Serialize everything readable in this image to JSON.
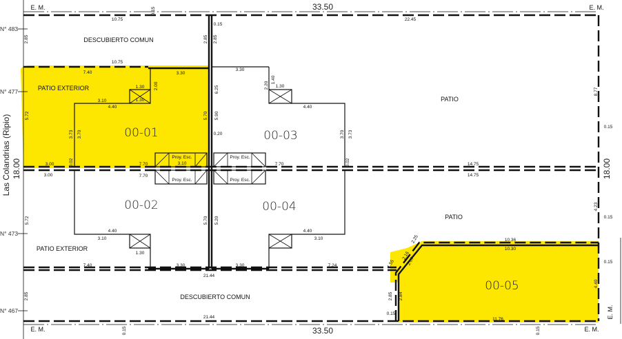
{
  "plan": {
    "street": "Las Colandrias (Ripio)",
    "frontage": "18.00",
    "depth": "33.50",
    "em": "E. M."
  },
  "house_numbers": [
    "N° 483",
    "N° 477",
    "N° 473",
    "N° 467"
  ],
  "areas": {
    "common": "DESCUBIERTO COMUN",
    "patio_ext": "PATIO EXTERIOR",
    "patio": "PATIO",
    "stair": "Proy. Esc."
  },
  "units": [
    "00-01",
    "00-02",
    "00-03",
    "00-04",
    "00-05"
  ],
  "dims": [
    "10.75",
    "22.45",
    "0.15",
    "0.15",
    "2.85",
    "2.85",
    "2.85",
    "10.75",
    "7.40",
    "3.30",
    "1.30",
    "1.30",
    "3.10",
    "4.40",
    "2.00",
    "5.72",
    "5.70",
    "3.73",
    "3.70",
    "3.10",
    "3.00",
    "0.02",
    "7.70",
    "3.30",
    "2.20",
    "1.40",
    "1.30",
    "4.40",
    "6.25",
    "5.90",
    "0.20",
    "3.70",
    "3.73",
    "7.70",
    "0.02",
    "8.77",
    "0.15",
    "14.75",
    "14.75",
    "3.00",
    "7.70",
    "5.72",
    "5.70",
    "5.20",
    "3.10",
    "4.40",
    "1.30",
    "7.40",
    "3.30",
    "21.44",
    "3.30",
    "7.24",
    "4.23",
    "0.15",
    "10.36",
    "10.30",
    "2.25",
    "2.16",
    "2.07",
    "1.55",
    "4.40",
    "0.15",
    "2.85",
    "2.84",
    "0.15",
    "21.44",
    "11.76",
    "0.15",
    "0.15",
    "2.85",
    "3.10",
    "4.40"
  ],
  "colors": {
    "highlight": "#fde600",
    "line": "#111111"
  }
}
